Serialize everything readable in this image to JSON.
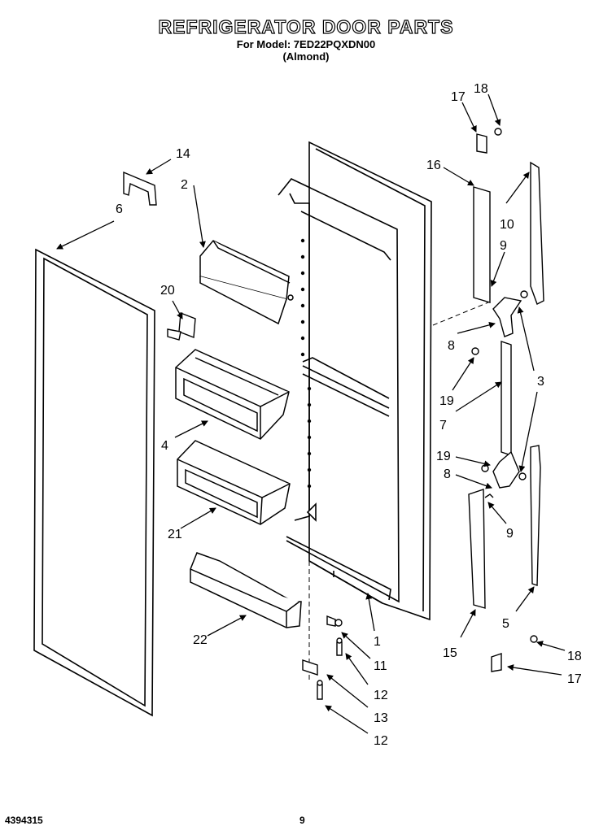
{
  "header": {
    "title": "REFRIGERATOR DOOR PARTS",
    "model_line": "For Model: 7ED22PQXDN00",
    "color_line": "(Almond)"
  },
  "footer": {
    "part_number": "4394315",
    "page_number": "9"
  },
  "callouts": {
    "c1": "1",
    "c2": "2",
    "c3": "3",
    "c4": "4",
    "c5": "5",
    "c6": "6",
    "c7": "7",
    "c8a": "8",
    "c8b": "8",
    "c9a": "9",
    "c9b": "9",
    "c10": "10",
    "c11": "11",
    "c12a": "12",
    "c12b": "12",
    "c13": "13",
    "c14": "14",
    "c15": "15",
    "c16": "16",
    "c17a": "17",
    "c17b": "17",
    "c18a": "18",
    "c18b": "18",
    "c19a": "19",
    "c19b": "19",
    "c20": "20",
    "c21": "21",
    "c22": "22"
  }
}
